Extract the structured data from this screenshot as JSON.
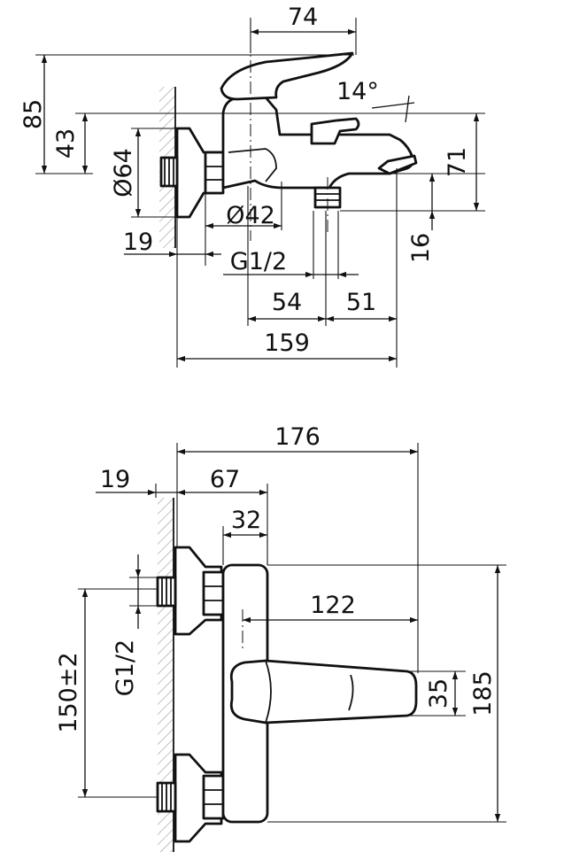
{
  "colors": {
    "line": "#111111",
    "hatch": "#9a9a9a",
    "background": "#ffffff"
  },
  "side_view": {
    "width_74": "74",
    "height_85": "85",
    "height_43": "43",
    "angle_14": "14°",
    "diameter_64": "Ø64",
    "height_71": "71",
    "diameter_42": "Ø42",
    "wall_19": "19",
    "thread": "G1/2",
    "height_16": "16",
    "dist_54": "54",
    "dist_51": "51",
    "length_159": "159"
  },
  "top_view": {
    "length_176": "176",
    "wall_19": "19",
    "dist_67": "67",
    "dist_32": "32",
    "dist_122": "122",
    "thread": "G1/2",
    "spacing": "150±2",
    "height_35": "35",
    "height_185": "185"
  }
}
